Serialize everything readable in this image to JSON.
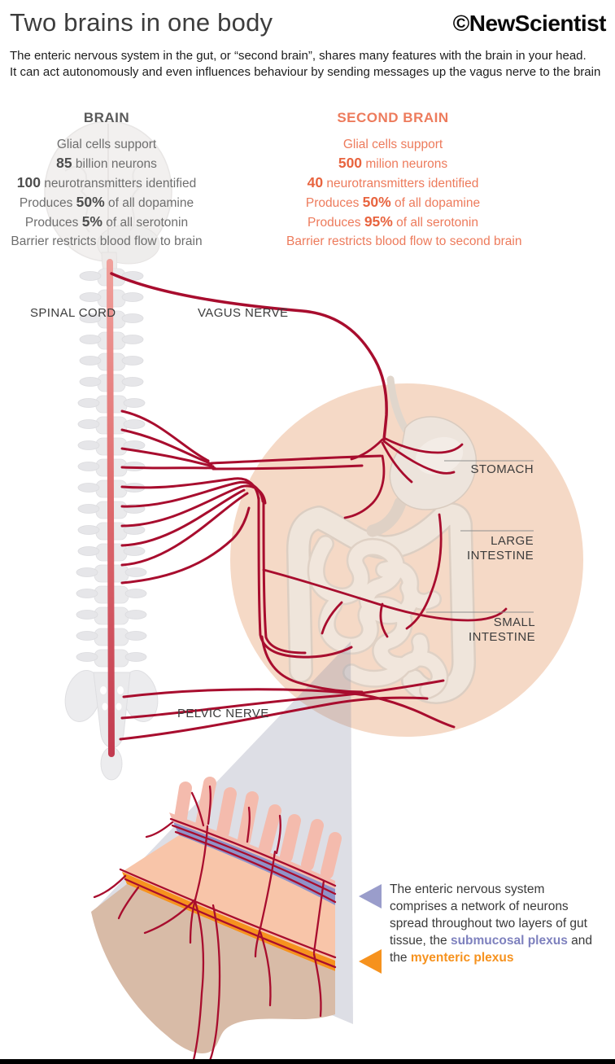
{
  "header": {
    "title": "Two brains in one body",
    "logo": "©NewScientist",
    "subtitle_line1": "The enteric nervous system in the gut, or “second brain”, shares many features with the brain in your head.",
    "subtitle_line2": "It can act autonomously and even influences behaviour by sending messages up the vagus nerve to the brain"
  },
  "stats": {
    "brain": {
      "heading": "BRAIN",
      "lines": [
        [
          {
            "t": "Glial cells support"
          }
        ],
        [
          {
            "t": "85",
            "b": true
          },
          {
            "t": " billion neurons"
          }
        ],
        [
          {
            "t": "100",
            "b": true
          },
          {
            "t": " neurotransmitters identified"
          }
        ],
        [
          {
            "t": "Produces "
          },
          {
            "t": "50%",
            "b": true
          },
          {
            "t": " of all dopamine"
          }
        ],
        [
          {
            "t": "Produces "
          },
          {
            "t": "5%",
            "b": true
          },
          {
            "t": " of all serotonin"
          }
        ],
        [
          {
            "t": "Barrier restricts blood flow to brain"
          }
        ]
      ]
    },
    "second_brain": {
      "heading": "SECOND BRAIN",
      "lines": [
        [
          {
            "t": "Glial cells support"
          }
        ],
        [
          {
            "t": "500",
            "b": true
          },
          {
            "t": " milion neurons"
          }
        ],
        [
          {
            "t": "40",
            "b": true
          },
          {
            "t": " neurotransmitters identified"
          }
        ],
        [
          {
            "t": "Produces "
          },
          {
            "t": "50%",
            "b": true
          },
          {
            "t": " of all dopamine"
          }
        ],
        [
          {
            "t": "Produces "
          },
          {
            "t": "95%",
            "b": true
          },
          {
            "t": " of all serotonin"
          }
        ],
        [
          {
            "t": "Barrier restricts blood flow to second brain"
          }
        ]
      ]
    }
  },
  "labels": {
    "spinal_cord": "SPINAL CORD",
    "vagus_nerve": "VAGUS NERVE",
    "stomach": "STOMACH",
    "large_intestine": "LARGE\nINTESTINE",
    "small_intestine": "SMALL\nINTESTINE",
    "pelvic_nerve": "PELVIC NERVE"
  },
  "annotation": {
    "segments": [
      {
        "t": "The enteric nervous system comprises a network of neurons spread throughout two layers of gut tissue, the "
      },
      {
        "t": "submucosal plexus",
        "style": "purple"
      },
      {
        "t": " and the "
      },
      {
        "t": "myenteric plexus",
        "style": "orange"
      }
    ]
  },
  "theme": {
    "nerve": "#A80D2E",
    "circle_peach": "#F5D9C6",
    "salmon_text": "#ED7B5C",
    "salmon_bold": "#E8643F",
    "gray_text": "#6E6E6E",
    "gray_bold": "#4D4D4D",
    "heading_gray": "#595959",
    "purple_band": "#8F92C8",
    "purple_text": "#7E81BE",
    "orange": "#F6921E",
    "villi_pink": "#F4BBAD",
    "submucosa_salmon": "#F8C5A9",
    "muscle_tan": "#D8BBA7",
    "organ_fill": "#EFE5DB",
    "organ_stroke": "#DCCEC2",
    "bone_gray": "#EAEAEC",
    "beam_gray": "#8E93A8",
    "black_bar": "#000000"
  }
}
